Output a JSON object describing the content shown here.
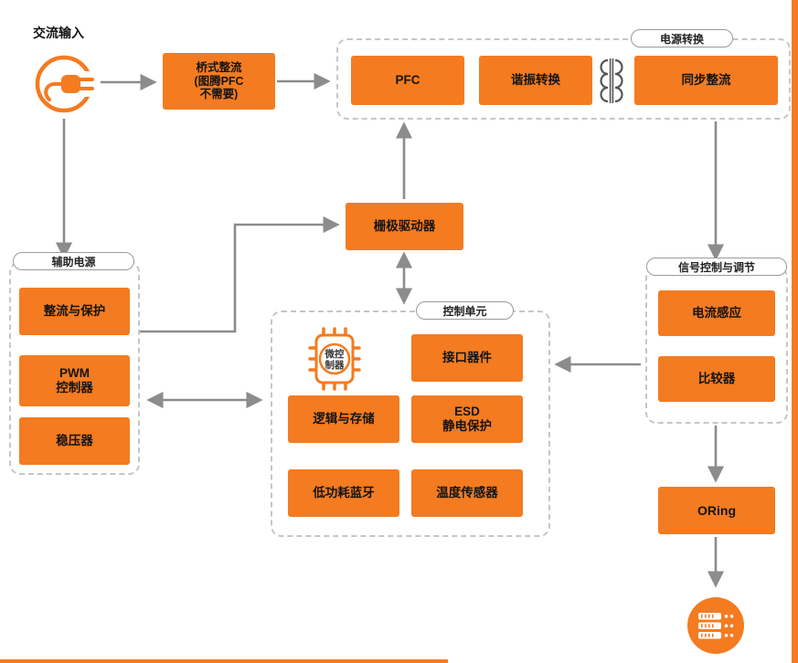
{
  "colors": {
    "orange": "#F47B20",
    "arrow": "#8C8C8C"
  },
  "ac_input": {
    "label": "交流输入"
  },
  "bridge_rectifier": {
    "label": "桥式整流\n(图腾PFC\n不需要)"
  },
  "power_conversion": {
    "group_label": "电源转换",
    "pfc": "PFC",
    "resonant": "谐振转换",
    "sync_rect": "同步整流"
  },
  "gate_driver": {
    "label": "栅极驱动器"
  },
  "aux_power": {
    "group_label": "辅助电源",
    "rect_protect": "整流与保护",
    "pwm": "PWM\n控制器",
    "regulator": "稳压器"
  },
  "control_unit": {
    "group_label": "控制单元",
    "mcu_line1": "微控",
    "mcu_line2": "制器",
    "interface": "接口器件",
    "logic_storage": "逻辑与存储",
    "esd": "ESD\n静电保护",
    "ble": "低功耗蓝牙",
    "temp_sensor": "温度传感器"
  },
  "signal_control": {
    "group_label": "信号控制与调节",
    "current_sense": "电流感应",
    "comparator": "比较器"
  },
  "oring": {
    "label": "ORing"
  }
}
